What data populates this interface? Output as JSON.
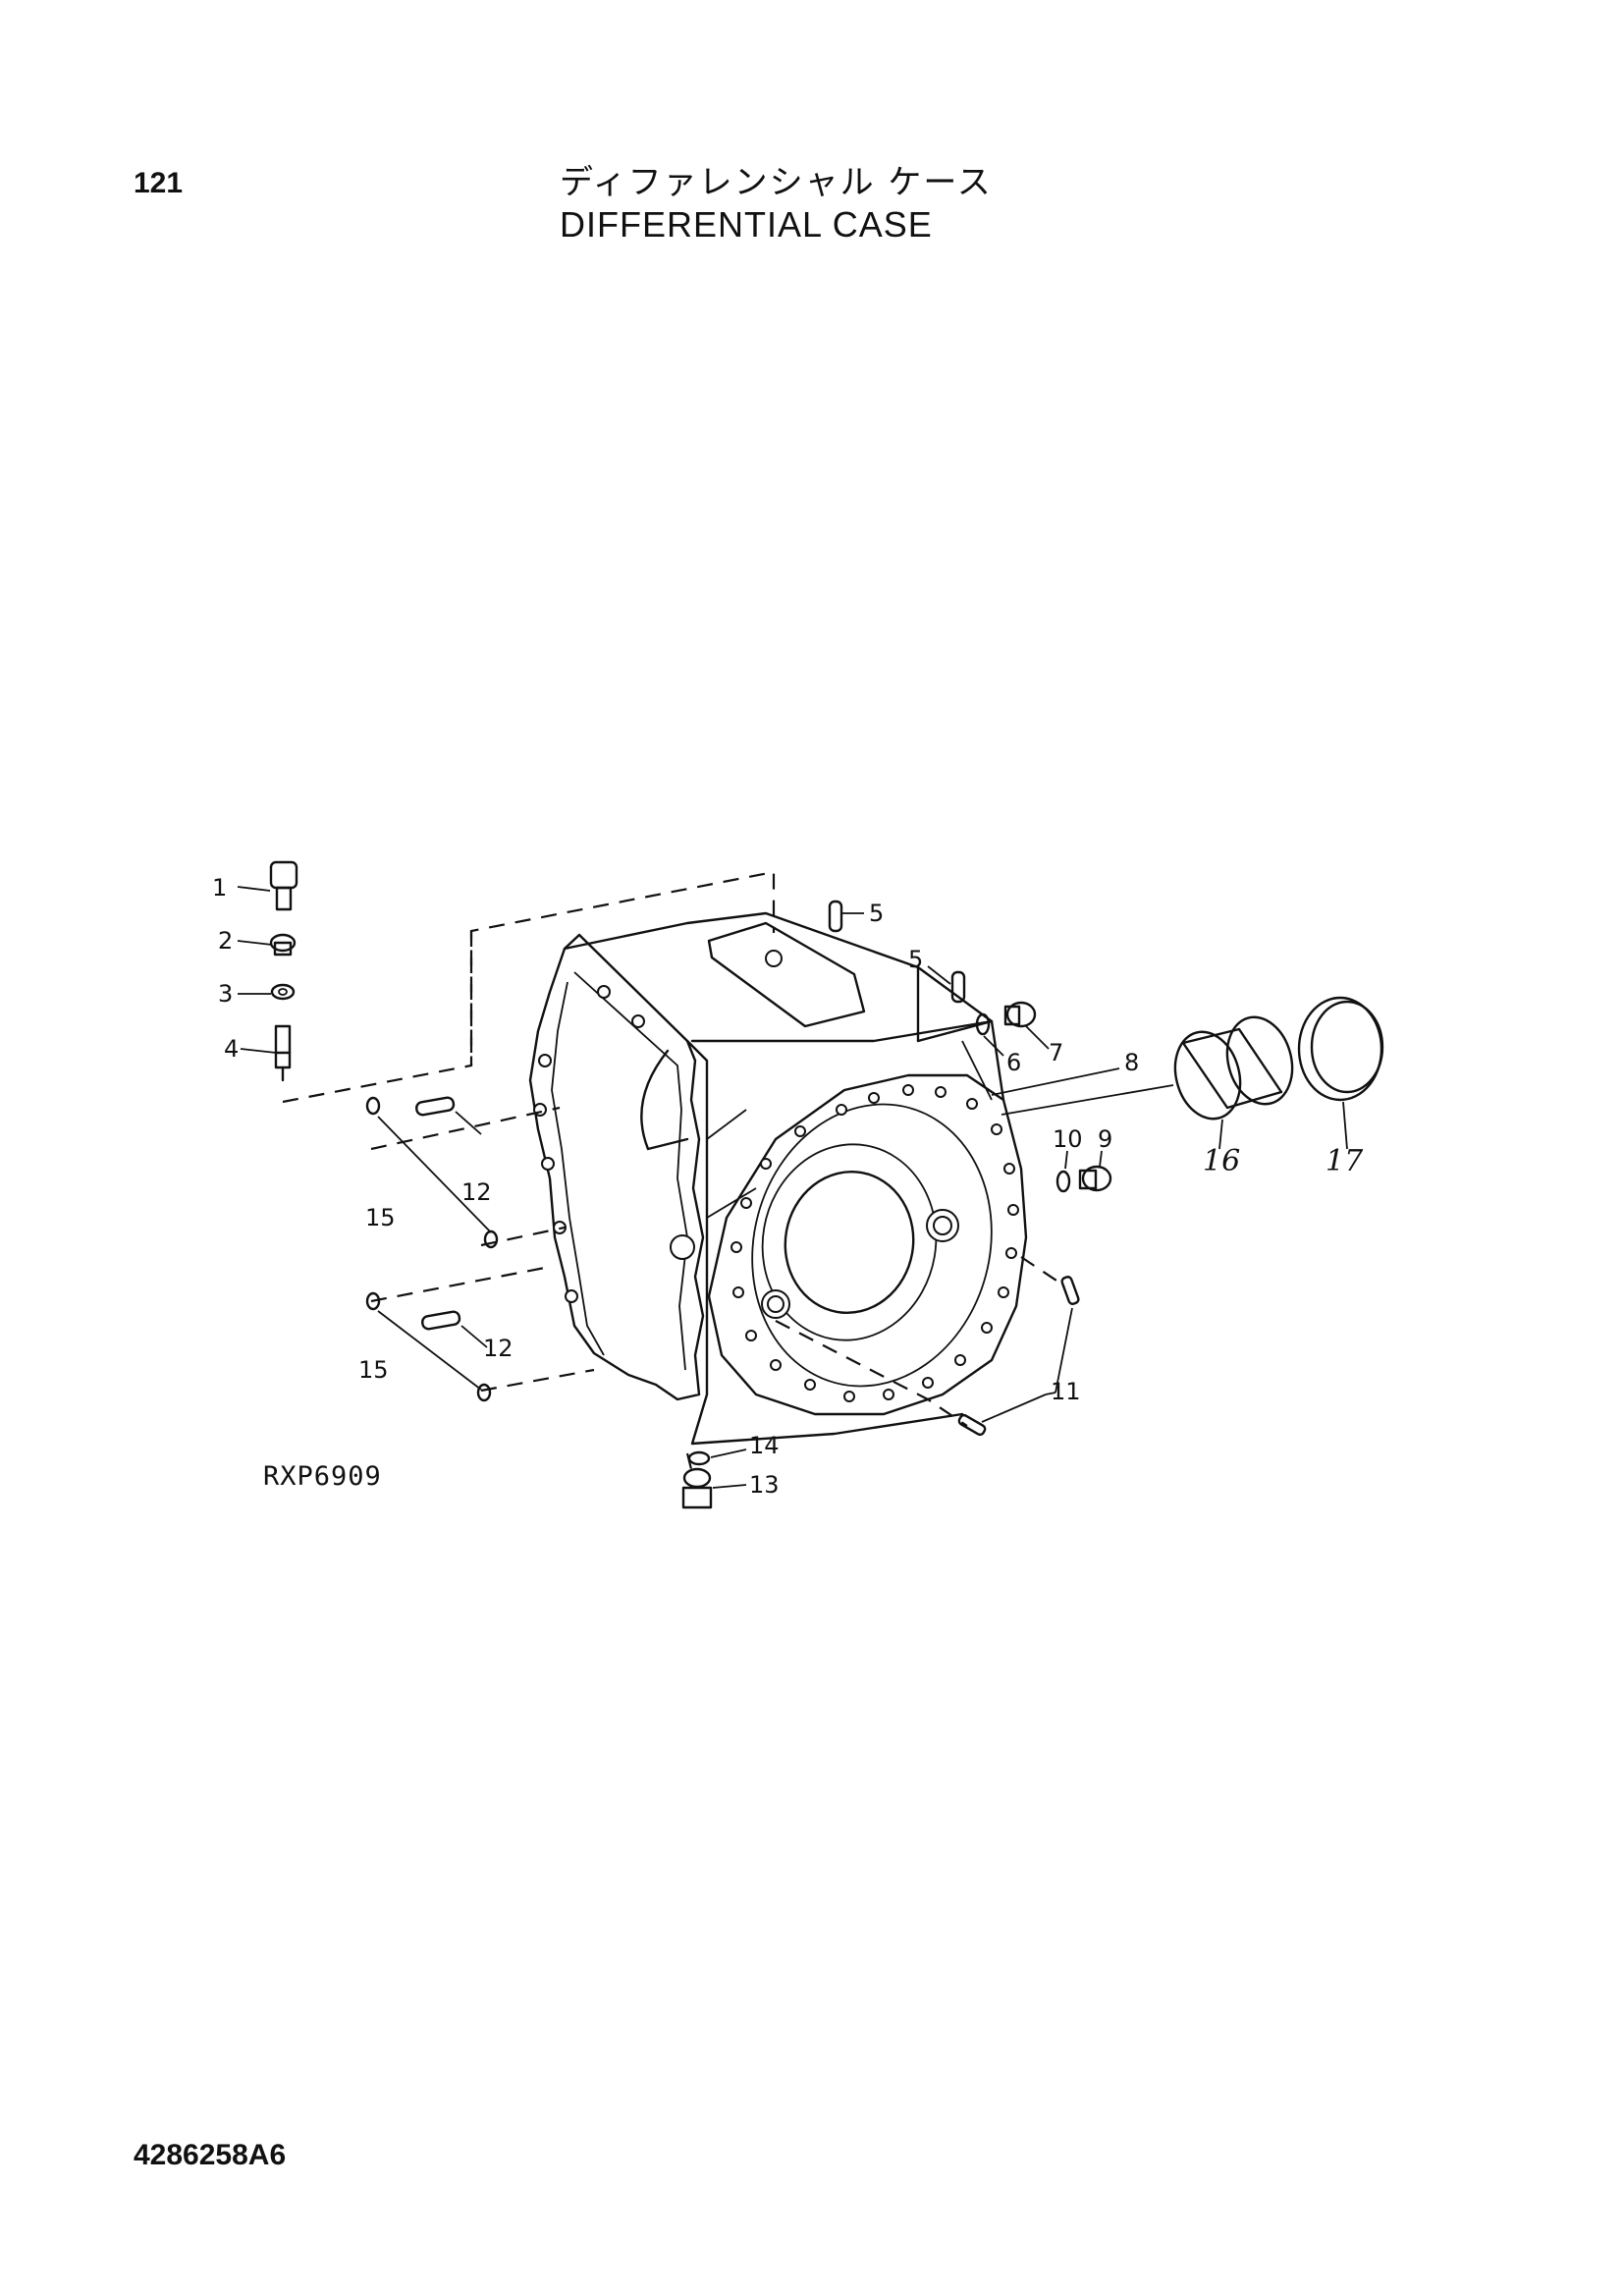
{
  "page": {
    "number": "121",
    "title_jp": "ディファレンシャル ケース",
    "title_en": "DIFFERENTIAL CASE",
    "figure_code": "RXP6909",
    "document_number": "4286258A6"
  },
  "callouts": [
    "1",
    "2",
    "3",
    "4",
    "5",
    "5",
    "6",
    "7",
    "8",
    "9",
    "10",
    "11",
    "12",
    "12",
    "13",
    "14",
    "15",
    "15",
    "16",
    "17"
  ],
  "colors": {
    "ink": "#111111",
    "paper": "#ffffff"
  }
}
